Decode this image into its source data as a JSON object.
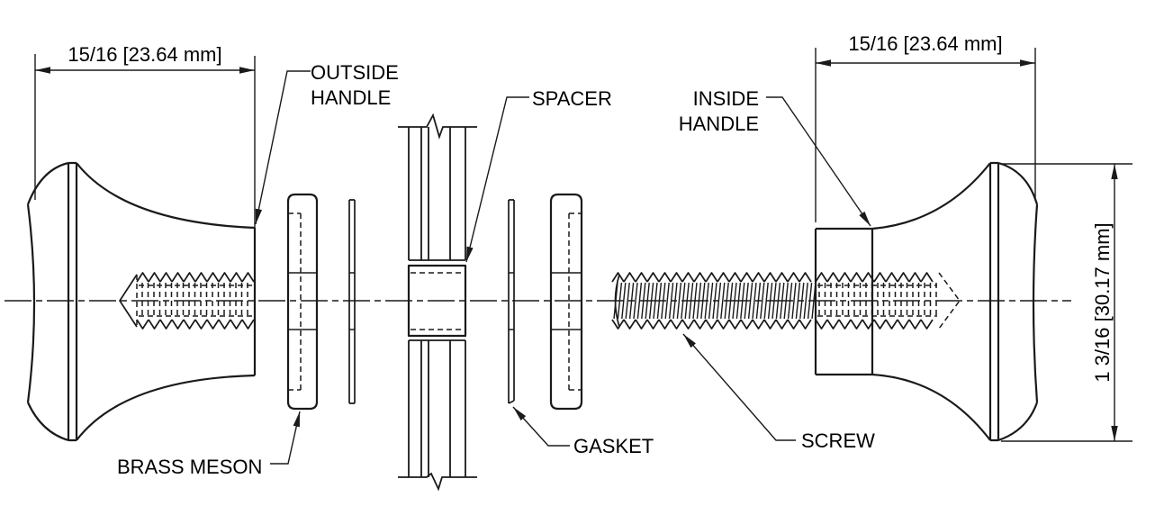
{
  "drawing": {
    "labels": {
      "outside_handle_line1": "OUTSIDE",
      "outside_handle_line2": "HANDLE",
      "spacer": "SPACER",
      "inside_handle_line1": "INSIDE",
      "inside_handle_line2": "HANDLE",
      "brass_meson": "BRASS MESON",
      "gasket": "GASKET",
      "screw": "SCREW"
    },
    "dimensions": {
      "outside_handle_width": "15/16 [23.64 mm]",
      "inside_handle_width": "15/16 [23.64 mm]",
      "handle_height": "1 3/16 [30.17 mm]"
    },
    "colors": {
      "line": "#1a1a1a",
      "text": "#000000",
      "background": "#ffffff"
    }
  }
}
